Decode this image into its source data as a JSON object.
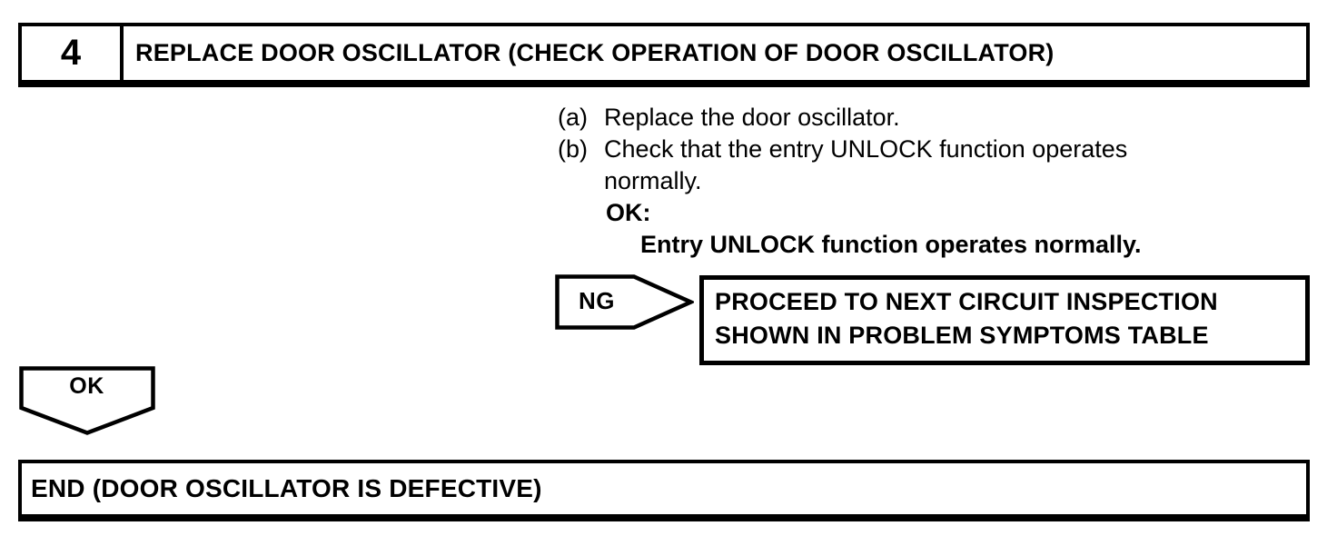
{
  "page": {
    "background_color": "#ffffff",
    "ink_color": "#000000"
  },
  "step_header": {
    "number": "4",
    "title": "REPLACE DOOR OSCILLATOR (CHECK OPERATION OF DOOR OSCILLATOR)"
  },
  "instructions": {
    "items": [
      {
        "marker": "(a)",
        "lines": [
          "Replace the door oscillator."
        ]
      },
      {
        "marker": "(b)",
        "lines": [
          "Check that the entry UNLOCK function operates",
          "normally."
        ]
      }
    ],
    "ok_label": "OK:",
    "ok_condition": "Entry UNLOCK function operates normally."
  },
  "ng_branch": {
    "label": "NG",
    "action_lines": [
      "PROCEED TO NEXT CIRCUIT INSPECTION",
      "SHOWN IN PROBLEM SYMPTOMS TABLE"
    ]
  },
  "ok_branch": {
    "label": "OK"
  },
  "end_box": {
    "text": "END (DOOR OSCILLATOR IS DEFECTIVE)"
  }
}
